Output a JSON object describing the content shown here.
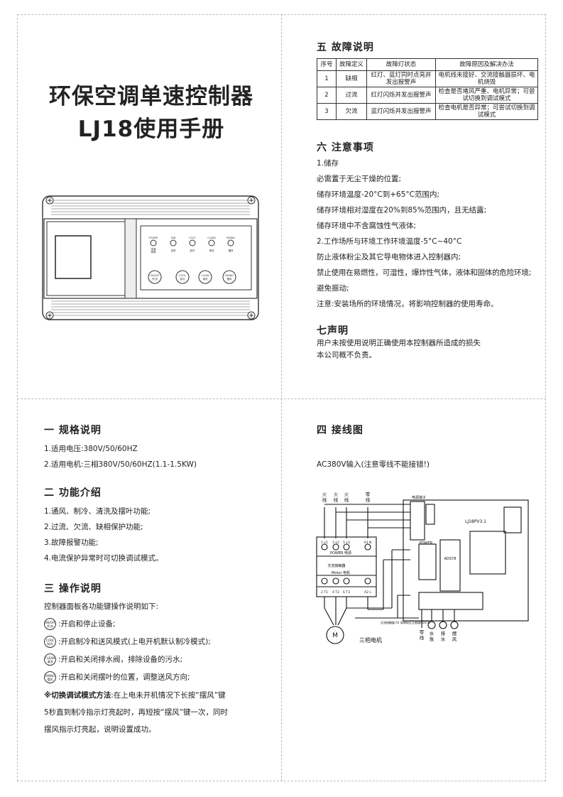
{
  "cover": {
    "title_line1": "环保空调单速控制器",
    "title_line2": "LJ18使用手册",
    "device_keys": [
      {
        "top": "POWER",
        "bottom": "电源\n故障"
      },
      {
        "top": "FAN",
        "bottom": "送风"
      },
      {
        "top": "COOL",
        "bottom": "制冷"
      },
      {
        "top": "CLEAN",
        "bottom": "清洗"
      },
      {
        "top": "SWING",
        "bottom": "摆风"
      }
    ],
    "device_buttons": [
      {
        "top": "ON/OFF",
        "bottom": "开/关"
      },
      {
        "top": "COOL",
        "bottom": "制冷"
      },
      {
        "top": "CLEAN",
        "bottom": "清洗"
      },
      {
        "top": "SWING",
        "bottom": "摆风"
      }
    ]
  },
  "section5": {
    "heading": "五  故障说明",
    "columns": [
      "序号",
      "故障定义",
      "故障灯状态",
      "故障原因及解决办法"
    ],
    "rows": [
      [
        "1",
        "缺相",
        "红灯、蓝灯同时点亮并发出报警声",
        "电机线未接好、交流接触器损坏、电机烧毁"
      ],
      [
        "2",
        "过流",
        "红灯闪烁并发出报警声",
        "检查是否堵风严重、电机异常；可尝试切换到调试模式"
      ],
      [
        "3",
        "欠流",
        "蓝灯闪烁并发出报警声",
        "检查电机是否异常；可尝试切换到调试模式"
      ]
    ]
  },
  "section6": {
    "heading": "六  注意事项",
    "lines": [
      "1.储存",
      "必需置于无尘干燥的位置;",
      "储存环境温度-20°C到+65°C范围内;",
      "储存环境相对湿度在20%到85%范围内，且无结露;",
      "储存环境中不含腐蚀性气液体;",
      "2.工作场所与环境工作环境温度-5°C~40°C",
      "防止液体粉尘及其它导电物体进入控制器内;",
      "禁止使用在易燃性，可湿性，爆炸性气体，液体和固体的危险环境;",
      "避免振动;",
      "注意:安装场所的环境情况，将影响控制器的使用寿命。"
    ]
  },
  "section7": {
    "heading": "七声明",
    "lines": [
      "用户未按使用说明正确使用本控制器所造成的损失",
      "本公司概不负责。"
    ]
  },
  "section1": {
    "heading": "一  规格说明",
    "lines": [
      "1.适用电压:380V/50/60HZ",
      "2.适用电机:三相380V/50/60HZ(1.1-1.5KW)"
    ]
  },
  "section2": {
    "heading": "二  功能介绍",
    "lines": [
      "1.通风、制冷、清洗及摆叶功能;",
      "2.过流、欠流、缺相保护功能;",
      "3.故障报警功能;",
      "4.电流保护异常时可切换调试模式。"
    ]
  },
  "section3": {
    "heading": "三  操作说明",
    "intro": "控制器面板各功能键操作说明如下:",
    "ops": [
      {
        "icon_top": "ON/OFF",
        "icon_bottom": "开/关",
        "text": ":开启和停止设备;"
      },
      {
        "icon_top": "COOL",
        "icon_bottom": "制冷",
        "text": ":开启制冷和送风模式(上电开机默认制冷模式);"
      },
      {
        "icon_top": "CLEAN",
        "icon_bottom": "清洗",
        "text": ":开启和关闭排水阀，排除设备的污水;"
      },
      {
        "icon_top": "SWING",
        "icon_bottom": "摆风",
        "text": ":开启和关闭摆叶的位置，调整送风方向;"
      }
    ],
    "note_bold": "※切换调试模式方法",
    "note_lines": [
      ":在上电未开机情况下长按“摆风”键",
      "5秒直到制冷指示灯亮起时，再短按“摆风”键一次，同时",
      "摆风指示灯亮起，说明设置成功。"
    ]
  },
  "section4": {
    "heading": "四  接线图",
    "subtitle": "AC380V输入(注意零线不能接错!)",
    "diagram": {
      "inputs": [
        "火\n线",
        "火\n线",
        "火\n线",
        "零\n线"
      ],
      "top_terminals": [
        "1 L1",
        "3 L2",
        "5 L3",
        "A1 N"
      ],
      "power_label": "POWER 电源",
      "contactor_label": "交流接触器",
      "motor_label": "Motor 电机",
      "bottom_terminals": [
        "2 T1",
        "4 T2",
        "6 T3",
        "A2 L"
      ],
      "motor_caption": "三相电机",
      "motor_symbol": "M",
      "board_label": "LJ18PV3.1",
      "board_terminal_label": "电源端子",
      "power_in_label": "POWER",
      "sensor_label": "ADS78",
      "outputs": [
        "零\n线",
        "水\n泵",
        "排\n水",
        "摆\n风"
      ],
      "wire_note": "交流接触器 A1 高频电压互感器ADS78"
    }
  }
}
